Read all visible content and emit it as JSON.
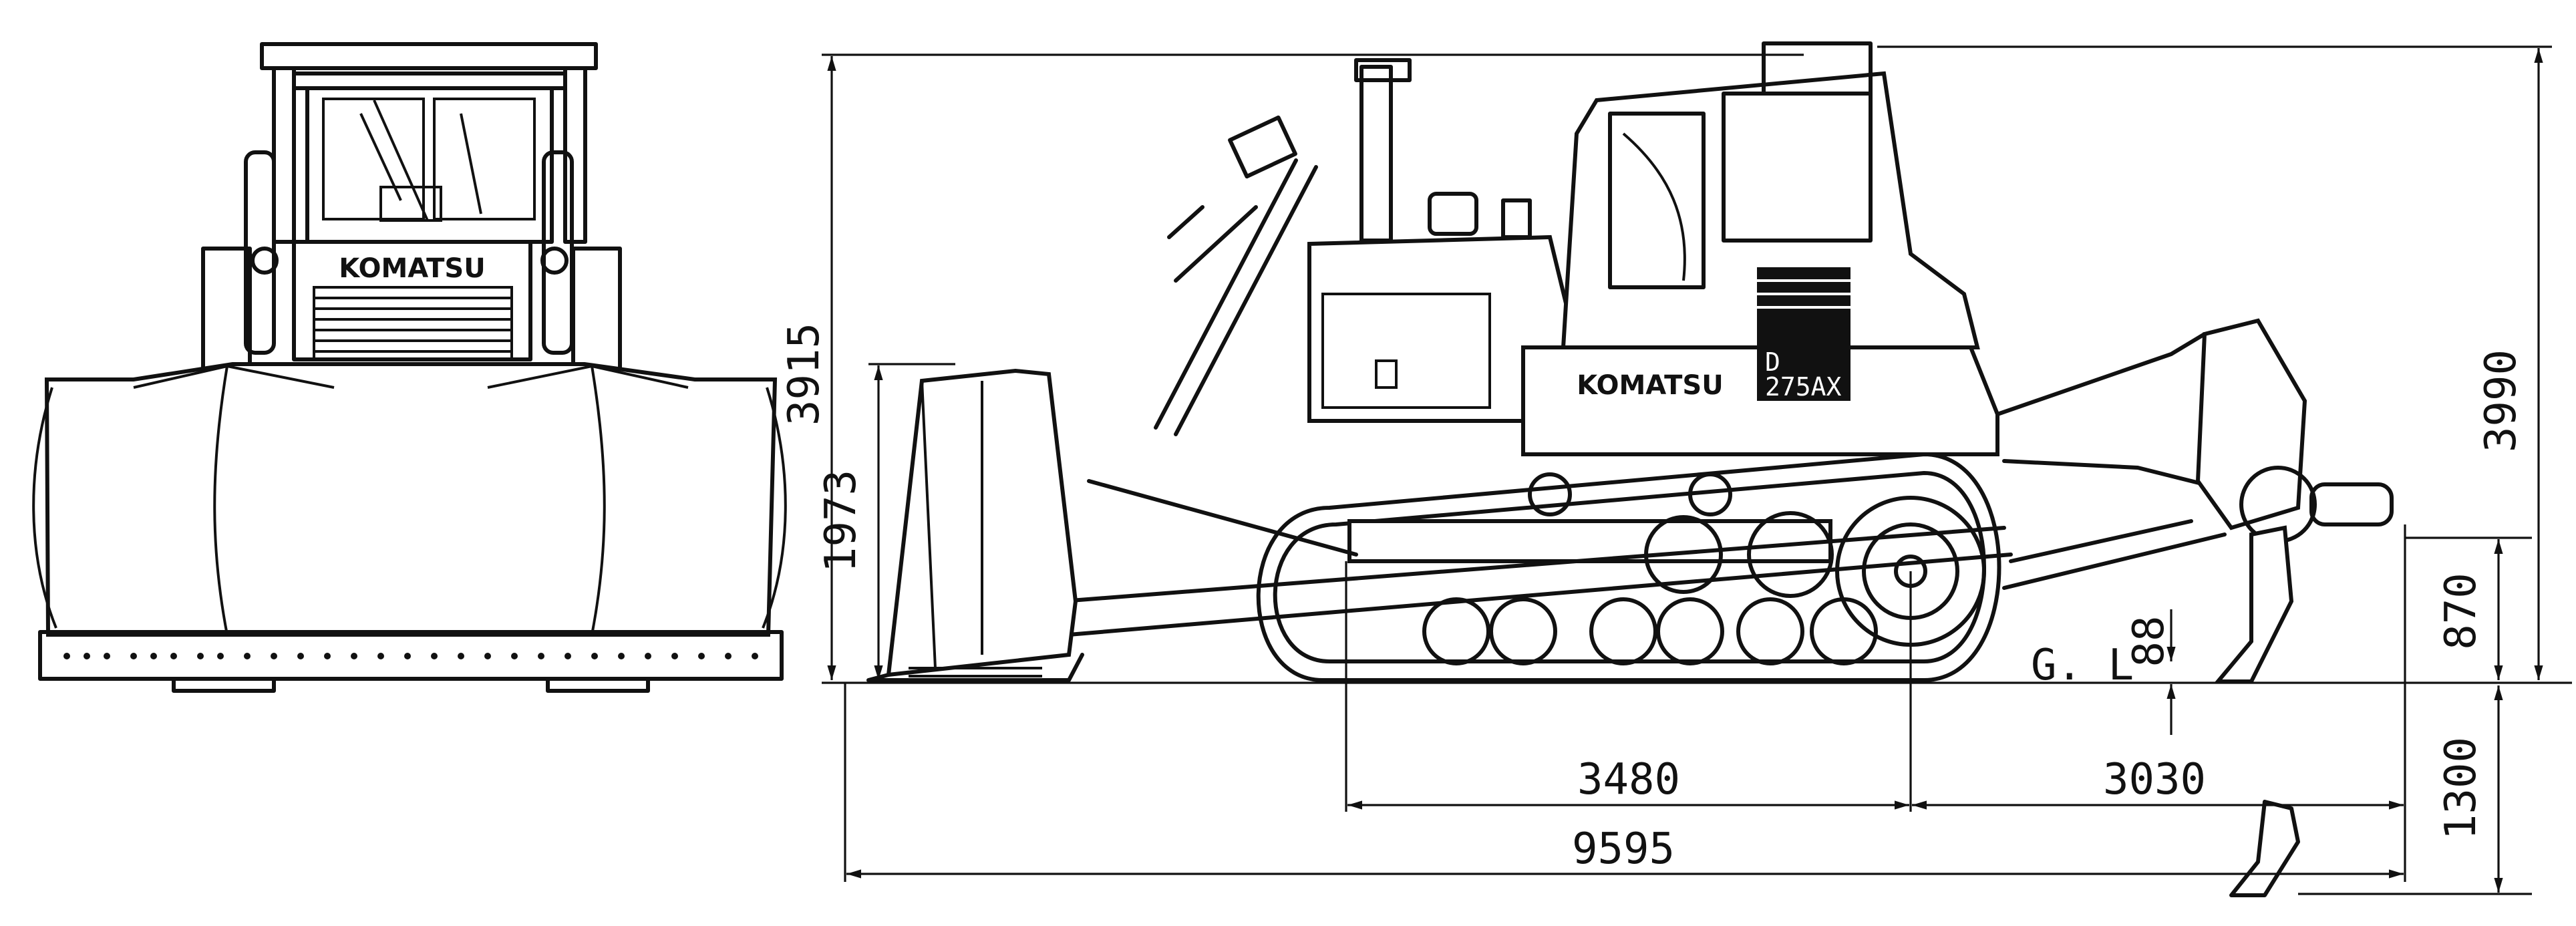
{
  "brand_text": "KOMATSU",
  "model_text": {
    "prefix": "D",
    "number": "275AX"
  },
  "ground_label": "G. L",
  "dimensions": {
    "overall_height": "3990",
    "height_to_cab": "3915",
    "blade_height": "1973",
    "ripper_height": "870",
    "ripper_depth": "1300",
    "ground_clearance": "88",
    "track_length": "3480",
    "rear_overhang": "3030",
    "overall_length": "9595"
  }
}
